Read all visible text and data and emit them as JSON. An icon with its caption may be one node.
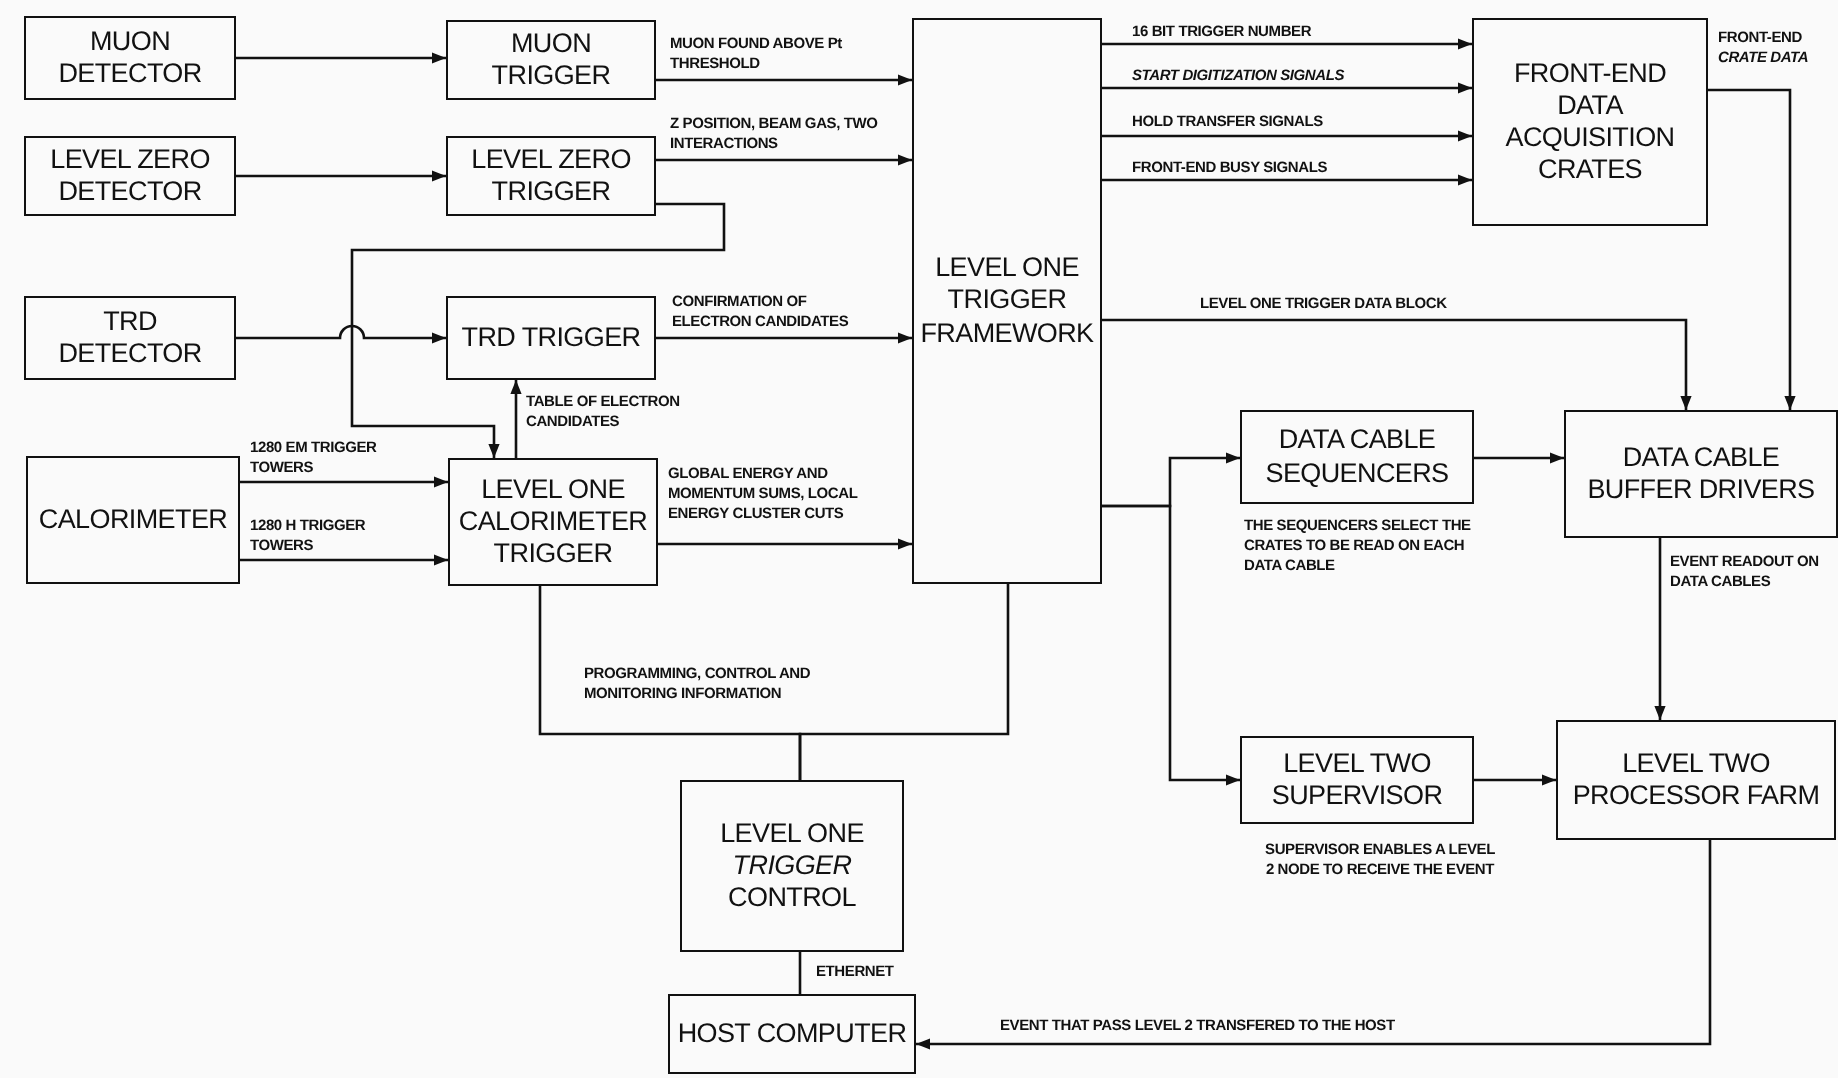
{
  "diagram": {
    "nodes": [
      {
        "text": [
          "MUON DETECTOR"
        ]
      },
      {
        "text": [
          "MUON TRIGGER"
        ]
      },
      {
        "text": [
          "LEVEL ZERO DETECTOR"
        ]
      },
      {
        "text": [
          "LEVEL ZERO TRIGGER"
        ]
      },
      {
        "text": [
          "TRD DETECTOR"
        ]
      },
      {
        "text": [
          "TRD TRIGGER"
        ]
      },
      {
        "text": [
          "CALORIMETER"
        ]
      },
      {
        "text": [
          "LEVEL ONE CALORIMETER TRIGGER"
        ]
      },
      {
        "text": [
          "LEVEL ONE TRIGGER FRAMEWORK"
        ]
      },
      {
        "text": [
          "FRONT-END DATA ACQUISITION CRATES"
        ]
      },
      {
        "text": [
          "DATA CABLE SEQUENCERS"
        ],
        "beside": [
          "THE SEQUENCERS SELECT THE CRATES TO BE READ ON EACH DATA CABLE"
        ]
      },
      {
        "text": [
          "DATA CABLE BUFFER DRIVERS"
        ]
      },
      {
        "text": [
          "LEVEL TWO SUPERVISOR"
        ],
        "beside": [
          "SUPERVISOR ENABLES A LEVEL 2 NODE TO RECEIVE THE EVENT"
        ]
      },
      {
        "text": [
          "LEVEL TWO PROCESSOR FARM"
        ]
      },
      {
        "text": [
          "LEVEL ONE *TRIGGER* CONTROL"
        ]
      },
      {
        "text": [
          "HOST COMPUTER"
        ]
      }
    ],
    "edges": [
      {
        "from": 0,
        "to": 1,
        "arrow": "to"
      },
      {
        "from": 1,
        "to": 8,
        "arrow": "to",
        "label": "MUON FOUND ABOVE Pt THRESHOLD"
      },
      {
        "from": 2,
        "to": 3,
        "arrow": "to"
      },
      {
        "from": 3,
        "to": 8,
        "arrow": "to",
        "label": "Z POSITION, BEAM GAS, TWO INTERACTIONS"
      },
      {
        "from": 3,
        "to": 7,
        "arrow": "to"
      },
      {
        "from": 4,
        "to": 5,
        "arrow": "to"
      },
      {
        "from": 5,
        "to": 8,
        "arrow": "to",
        "label": "CONFIRMATION OF ELECTRON CANDIDATES"
      },
      {
        "from": 7,
        "to": 5,
        "arrow": "to",
        "label": "TABLE OF ELECTRON CANDIDATES"
      },
      {
        "from": 6,
        "to": 7,
        "arrow": "to",
        "label": "1280 EM TRIGGER TOWERS"
      },
      {
        "from": 6,
        "to": 7,
        "arrow": "to",
        "label": "1280 H TRIGGER TOWERS"
      },
      {
        "from": 7,
        "to": 8,
        "arrow": "to",
        "label": "GLOBAL ENERGY AND MOMENTUM SUMS, LOCAL ENERGY CLUSTER CUTS"
      },
      {
        "from": 7,
        "to": 14,
        "arrow": "none",
        "label": "PROGRAMMING, CONTROL AND MONITORING INFORMATION"
      },
      {
        "from": 8,
        "to": 14,
        "arrow": "none"
      },
      {
        "from": 14,
        "to": 15,
        "arrow": "none",
        "label": "ETHERNET"
      },
      {
        "from": 8,
        "to": 9,
        "arrow": "to",
        "label": "16 BIT TRIGGER NUMBER"
      },
      {
        "from": 8,
        "to": 9,
        "arrow": "to",
        "label": "START DIGITIZATION SIGNALS"
      },
      {
        "from": 8,
        "to": 9,
        "arrow": "to",
        "label": "HOLD TRANSFER SIGNALS"
      },
      {
        "from": 8,
        "to": 9,
        "arrow": "to",
        "label": "FRONT-END BUSY SIGNALS"
      },
      {
        "from": 8,
        "to": 11,
        "arrow": "to",
        "label": "LEVEL ONE TRIGGER DATA BLOCK"
      },
      {
        "from": 9,
        "to": 11,
        "arrow": "to",
        "label": "FRONT-END *CRATE DATA*"
      },
      {
        "from": 8,
        "to": 10,
        "arrow": "to"
      },
      {
        "from": 8,
        "to": 12,
        "arrow": "to"
      },
      {
        "from": 10,
        "to": 11,
        "arrow": "to"
      },
      {
        "from": 12,
        "to": 13,
        "arrow": "to"
      },
      {
        "from": 11,
        "to": 13,
        "arrow": "to",
        "label": "EVENT READOUT ON DATA CABLES"
      },
      {
        "from": 13,
        "to": 15,
        "arrow": "to",
        "label": "EVENT THAT PASS LEVEL 2 TRANSFERED TO THE HOST"
      }
    ]
  }
}
